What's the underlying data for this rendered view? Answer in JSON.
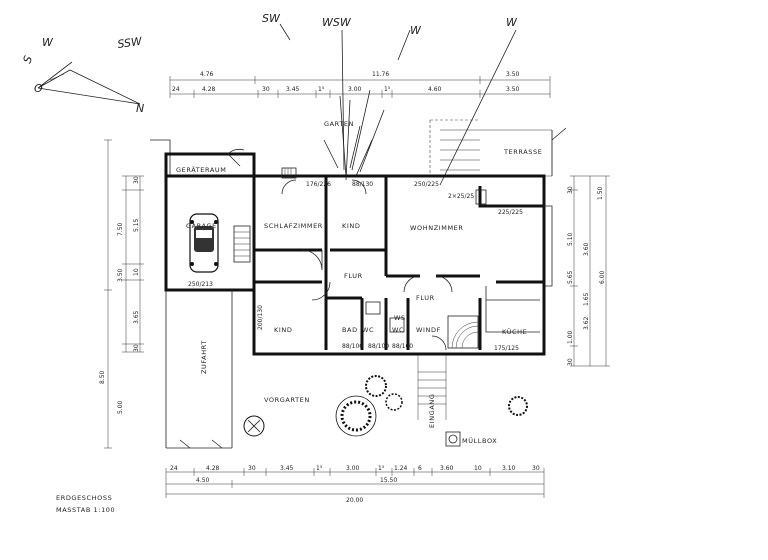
{
  "compass": {
    "labels": [
      "SW",
      "WSW",
      "W",
      "W",
      "SSW",
      "W",
      "S",
      "O",
      "N"
    ]
  },
  "rooms": {
    "garten": "GARTEN",
    "terrasse": "TERRASSE",
    "geraeteraum": "GERÄTERAUM",
    "garage": "GARAGE",
    "schlafzimmer": "SCHLAFZIMMER",
    "kind1": "KIND",
    "wohnzimmer": "WOHNZIMMER",
    "flur1": "FLUR",
    "flur2": "FLUR",
    "kind2": "KIND",
    "bad": "BAD",
    "wc1": "WC",
    "wc2": "WC",
    "ws": "WS",
    "windf": "WINDF",
    "kueche": "KÜCHE",
    "zufahrt": "ZUFAHRT",
    "vorgarten": "VORGARTEN",
    "eingang": "EINGANG",
    "muellbox": "MÜLLBOX"
  },
  "openings": {
    "o1": "176/226",
    "o2": "88/130",
    "o3": "250/225",
    "o4": "2×25/25",
    "o5": "225/225",
    "o6": "250/213",
    "o7": "200/130",
    "o8": "88/100",
    "o9": "88/100",
    "o10": "88/100",
    "o11": "175/125"
  },
  "dims_top": {
    "r1": [
      "4.76",
      "11.76",
      "3.50"
    ],
    "r2": [
      "24",
      "4.28",
      "30",
      "3.45",
      "1⁵",
      "3.00",
      "1⁵",
      "4.60",
      "3.50"
    ]
  },
  "dims_bottom": {
    "r1": [
      "24",
      "4.28",
      "30",
      "3.45",
      "1⁵",
      "3.00",
      "1⁵",
      "1.24",
      "6",
      "3.60",
      "10",
      "3.10",
      "30"
    ],
    "r2": [
      "4.50",
      "15.50"
    ],
    "r3": "20.00"
  },
  "dims_left": [
    "30",
    "5.15",
    "10",
    "3.65",
    "30",
    "7.50",
    "3.50",
    "8.50",
    "5.00"
  ],
  "dims_right": [
    "30",
    "1.50",
    "5.10",
    "3.60",
    "5.65",
    "1.65",
    "3.62",
    "1.00",
    "30",
    "6.00"
  ],
  "title": {
    "name": "ERDGESCHOSS",
    "scale": "MASSTAB 1:100"
  }
}
